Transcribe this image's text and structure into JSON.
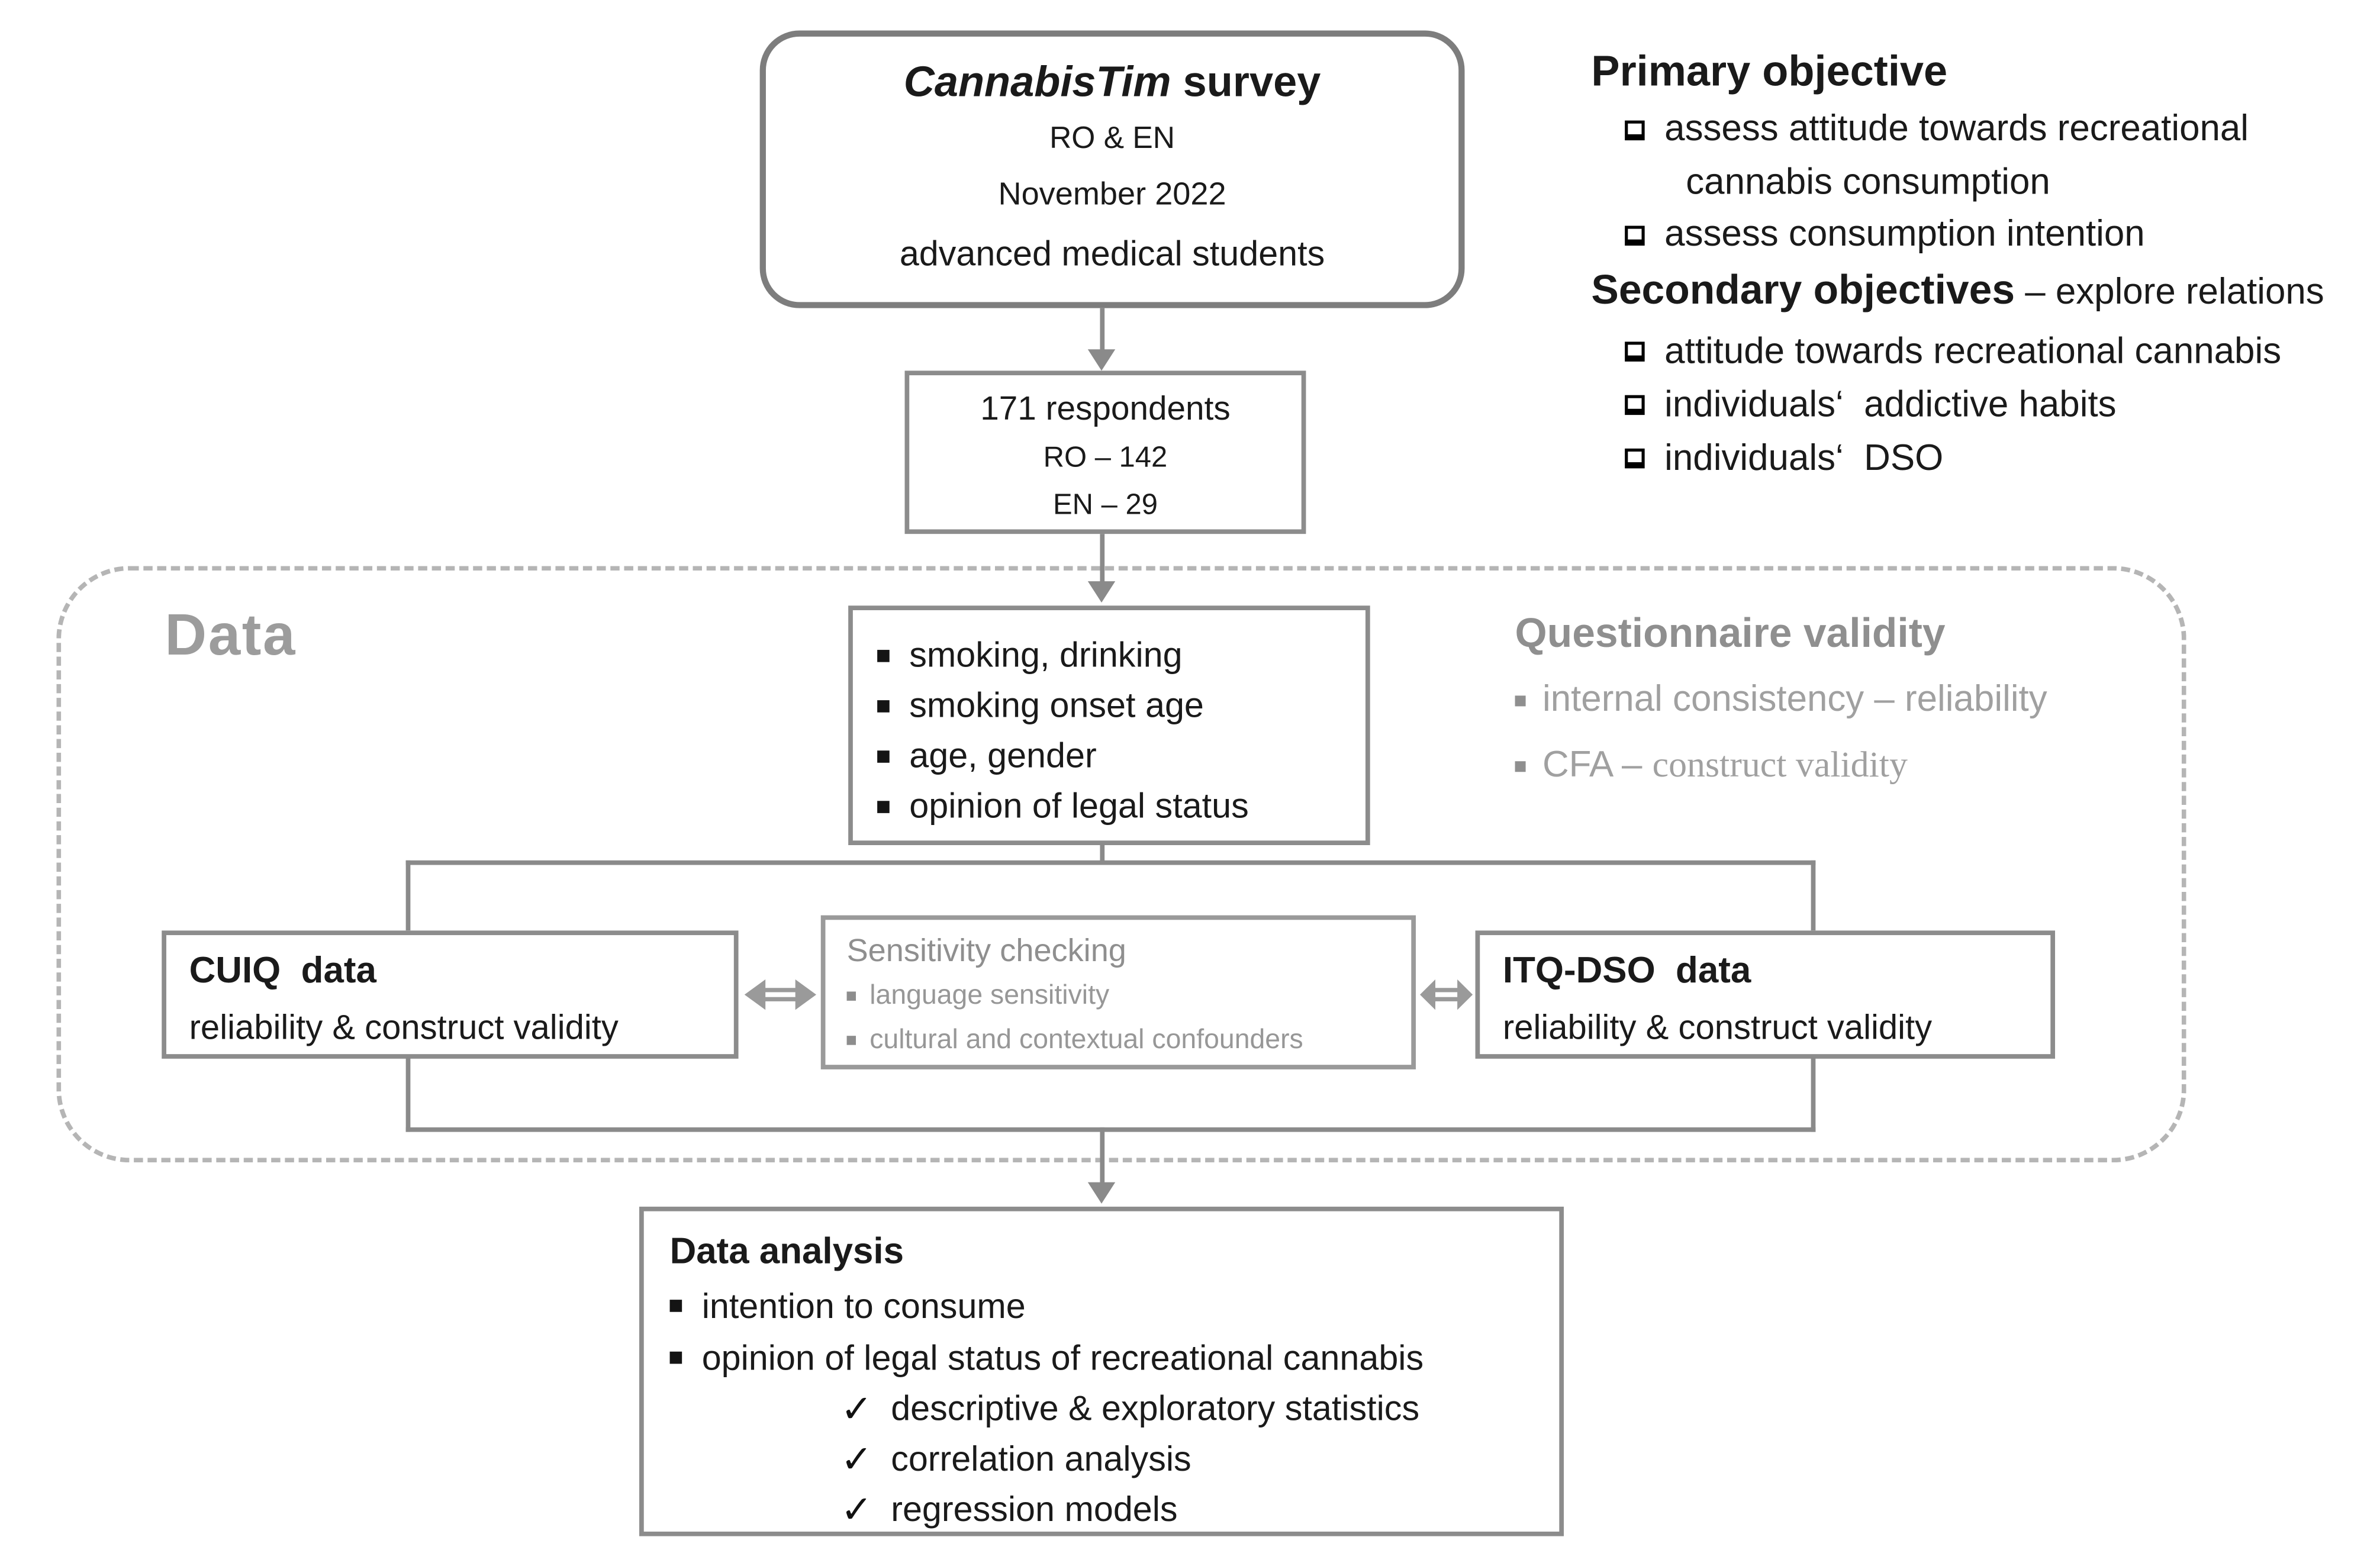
{
  "glyphs": {
    "check": "✓"
  },
  "survey_box": {
    "title_em": "CannabisTim",
    "title_rest": " survey",
    "lang": "RO & EN",
    "date": "November 2022",
    "population": "advanced medical students"
  },
  "respondents_box": {
    "total": "171 respondents",
    "ro": "RO – 142",
    "en": "EN – 29"
  },
  "objectives": {
    "primary_heading": "Primary objective",
    "primary_item1_line1": "assess attitude towards recreational",
    "primary_item1_line2": "cannabis consumption",
    "primary_item2": "assess consumption intention",
    "secondary_heading": "Secondary objectives",
    "secondary_suffix": " – explore relations",
    "secondary_items": [
      "attitude towards recreational cannabis",
      "individuals‘  addictive habits",
      "individuals‘  DSO"
    ]
  },
  "data_region": {
    "label": "Data"
  },
  "variables_box": {
    "items": [
      "smoking, drinking",
      "smoking onset age",
      "age, gender",
      "opinion of legal status"
    ]
  },
  "questionnaire_validity": {
    "heading": "Questionnaire validity",
    "item1": "internal consistency – reliability",
    "item2_prefix": "CFA – ",
    "item2_serif": "construct validity"
  },
  "cuiq_box": {
    "title": "CUIQ  data",
    "subtitle": "reliability & construct validity"
  },
  "sensitivity_box": {
    "title": "Sensitivity checking",
    "items": [
      "language sensitivity",
      "cultural and contextual confounders"
    ]
  },
  "itq_box": {
    "title": "ITQ-DSO  data",
    "subtitle": "reliability & construct validity"
  },
  "analysis_box": {
    "title": "Data analysis",
    "items": [
      "intention to consume",
      "opinion of legal status of recreational cannabis"
    ],
    "checks": [
      "descriptive & exploratory statistics",
      "correlation analysis",
      "regression models"
    ]
  },
  "colors": {
    "box_border": "#8c8c8c",
    "connector_gray": "#8a8a8a",
    "muted_text": "#9b9b9b",
    "black_text": "#1a1a1a",
    "dashed_border": "#b5b5b5"
  }
}
